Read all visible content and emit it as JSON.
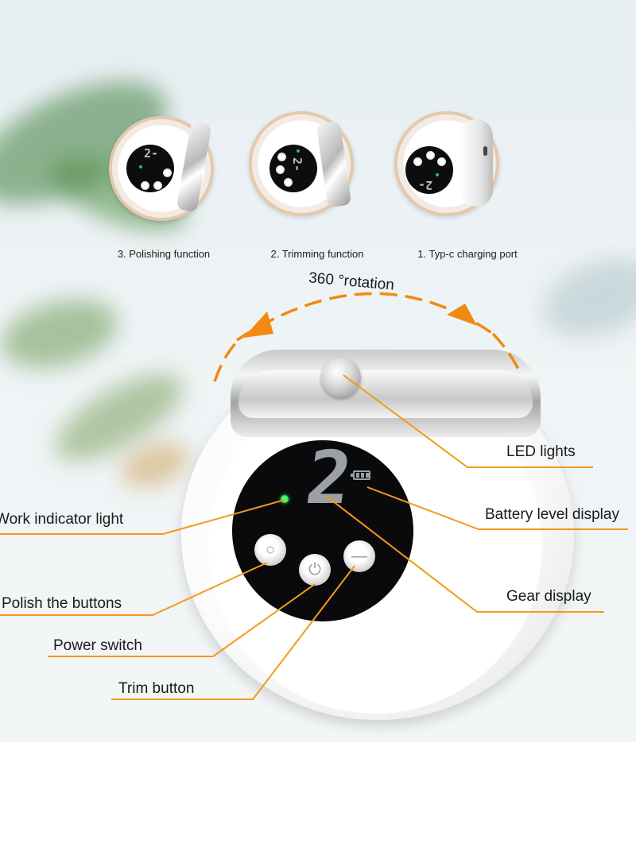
{
  "thumbnails": [
    {
      "caption": "3. Polishing function"
    },
    {
      "caption": "2. Trimming function"
    },
    {
      "caption": "1. Typ-c charging port"
    }
  ],
  "rotation": {
    "label": "360 °rotation"
  },
  "display": {
    "gear_digit": "2"
  },
  "callouts": {
    "led_lights": "LED lights",
    "battery_level_display": "Battery level display",
    "gear_display": "Gear display",
    "work_indicator_light": "Work indicator light",
    "polish_the_buttons": "Polish the buttons",
    "power_switch": "Power switch",
    "trim_button": "Trim button"
  },
  "colors": {
    "callout_line": "#f39a1a",
    "rotation_arrow": "#f08a12",
    "indicator_green": "#2ede52",
    "panel_black": "#0a0a0c"
  },
  "icons": {
    "polish_button": "polish-icon",
    "power_button": "power-icon",
    "trim_button": "trim-icon",
    "battery": "battery-icon"
  }
}
